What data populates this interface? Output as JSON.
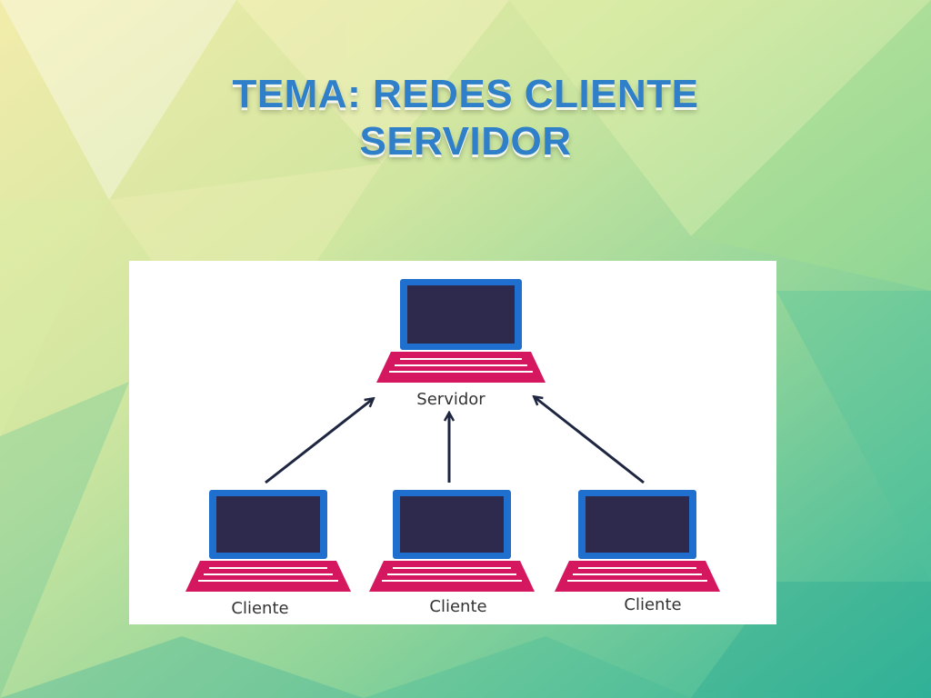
{
  "slide": {
    "title_line1": "TEMA: REDES CLIENTE",
    "title_line2": "SERVIDOR"
  },
  "diagram": {
    "server_label": "Servidor",
    "client_labels": [
      "Cliente",
      "Cliente",
      "Cliente"
    ]
  },
  "colors": {
    "title": "#2f80c8",
    "bezel": "#1f6fcf",
    "screen": "#2e2a4e",
    "keyboard": "#d4175f",
    "arrow": "#1e2640",
    "label": "#333333"
  },
  "icons": {
    "server": "laptop-icon",
    "client": "laptop-icon",
    "connection": "arrow-up-icon"
  }
}
